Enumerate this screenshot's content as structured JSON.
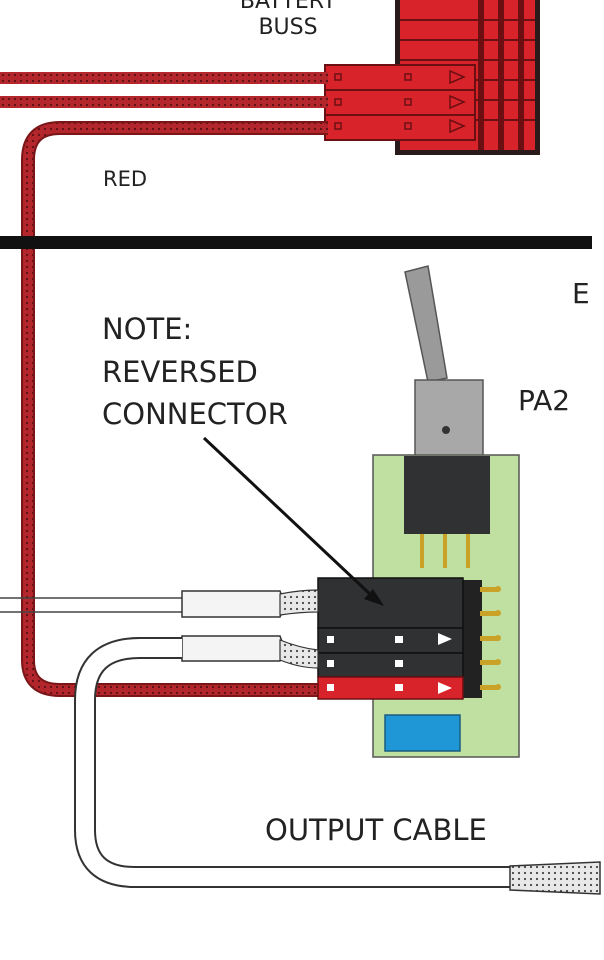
{
  "labels": {
    "battery_top": "BATTERY",
    "battery_bottom": "BUSS",
    "red_wire": "RED",
    "note_line1": "NOTE:",
    "note_line2": "REVERSED",
    "note_line3": "CONNECTOR",
    "board_id": "PA2",
    "edge_letter": "E",
    "output_cable": "OUTPUT CABLE"
  },
  "colors": {
    "red_wire": "#b3262b",
    "red_connector": "#d8232a",
    "dark_connector": "#2f3133",
    "board_green": "#bfe0a0",
    "blue_component": "#1f97d6",
    "switch_grey": "#9a9a9a",
    "pin_gold": "#c9a227",
    "black_divider": "#111111"
  }
}
